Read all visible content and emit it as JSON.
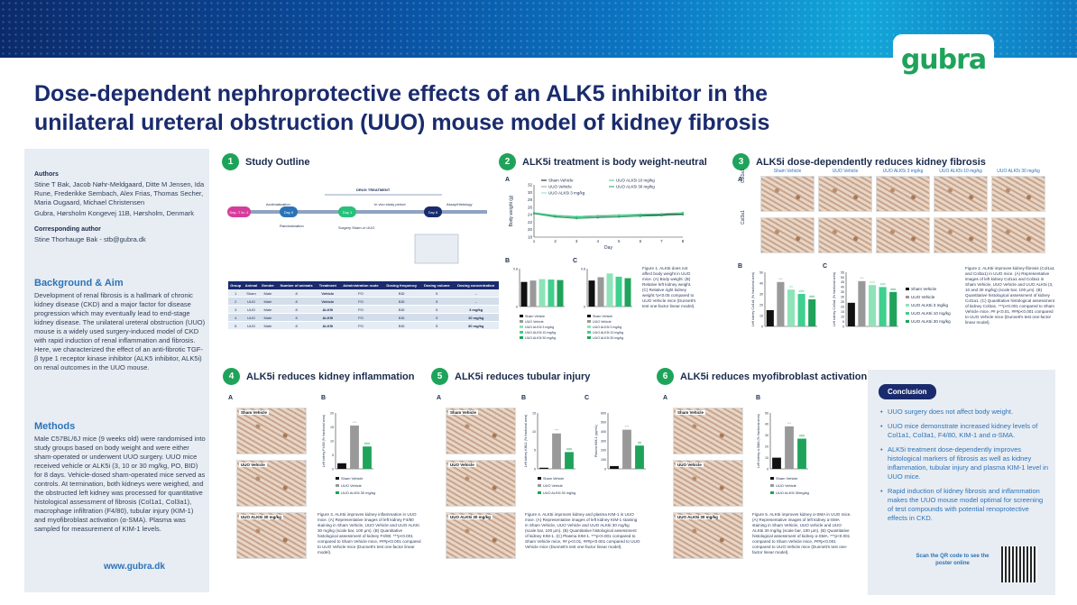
{
  "title_line1": "Dose-dependent nephroprotective effects of an ALK5 inhibitor in the",
  "title_line2": "unilateral ureteral obstruction (UUO) mouse model of kidney fibrosis",
  "logo": "gubra",
  "authors_head": "Authors",
  "authors": "Stine T Bak, Jacob Nøhr-Meldgaard, Ditte M Jensen, Ida Rune, Frederikke Sembach, Alex Frias, Thomas Secher, Maria Ougaard, Michael Christensen",
  "affiliation": "Gubra, Hørsholm Kongevej 11B, Hørsholm, Denmark",
  "corr_head": "Corresponding author",
  "corr": "Stine Thorhauge Bak - stb@gubra.dk",
  "bg_head": "Background & Aim",
  "bg_text": "Development of renal fibrosis is a hallmark of chronic kidney disease (CKD) and a major factor for disease progression which may eventually lead to end-stage kidney disease. The unilateral ureteral obstruction (UUO) mouse is a widely used surgery-induced model of CKD with rapid induction of renal inflammation and fibrosis. Here, we characterized the effect of an anti-fibrotic TGF-β type 1 receptor kinase inhibitor (ALK5 inhibitor, ALK5i) on renal outcomes in the UUO mouse.",
  "methods_head": "Methods",
  "methods_text": "Male C57BL/6J mice (9 weeks old) were randomised into study groups based on body weight and were either sham-operated or underwent UUO surgery. UUO mice received vehicle or ALK5i (3, 10 or 30 mg/kg, PO, BID) for 8 days. Vehicle-dosed sham-operated mice served as controls. At termination, both kidneys were weighed, and the obstructed left kidney was processed for quantitative histological assessment of fibrosis (Col1a1, Col3a1), macrophage infiltration (F4/80), tubular injury (KIM-1) and myofibroblast activation (α-SMA). Plasma was sampled for measurement of KIM-1 levels.",
  "www": "www.gubra.dk",
  "sections": {
    "s1": {
      "num": "1",
      "title": "Study Outline"
    },
    "s2": {
      "num": "2",
      "title": "ALK5i treatment is body weight-neutral"
    },
    "s3": {
      "num": "3",
      "title": "ALK5i dose-dependently reduces kidney fibrosis"
    },
    "s4": {
      "num": "4",
      "title": "ALK5i reduces kidney inflammation"
    },
    "s5": {
      "num": "5",
      "title": "ALK5i reduces tubular injury"
    },
    "s6": {
      "num": "6",
      "title": "ALK5i reduces myofibroblast activation"
    }
  },
  "timeline": {
    "drug_treatment": "DRUG TREATMENT",
    "d_minus": "Day -7 to -1",
    "acclim": "Acclimatization",
    "day0": "Day 0",
    "random": "Randomization",
    "day1": "Day 1",
    "surgery": "Surgery Sham or UUO",
    "in_vivo": "In vivo study period",
    "day8": "Day 8",
    "assay": "Assay/Histology"
  },
  "study_table": {
    "headers": [
      "Group",
      "Animal",
      "Gender",
      "Number of animals",
      "Treatment",
      "Administration route",
      "Dosing frequency",
      "Dosing volume",
      "Dosing concentration"
    ],
    "rows": [
      [
        "1",
        "Sham",
        "Male",
        "8",
        "Vehicle",
        "PO",
        "BID",
        "5",
        "-"
      ],
      [
        "2",
        "UUO",
        "Male",
        "8",
        "Vehicle",
        "PO",
        "BID",
        "5",
        "-"
      ],
      [
        "3",
        "UUO",
        "Male",
        "8",
        "ALK5i",
        "PO",
        "BID",
        "5",
        "3 mg/kg"
      ],
      [
        "4",
        "UUO",
        "Male",
        "8",
        "ALK5i",
        "PO",
        "BID",
        "5",
        "10 mg/kg"
      ],
      [
        "5",
        "UUO",
        "Male",
        "8",
        "ALK5i",
        "PO",
        "BID",
        "5",
        "30 mg/kg"
      ]
    ]
  },
  "chart_data": [
    {
      "type": "line",
      "id": "bodyweight",
      "panel": "A",
      "ylabel": "Body weight (g)",
      "xlabel": "Day",
      "x": [
        1,
        2,
        3,
        4,
        5,
        6,
        7,
        8
      ],
      "ylim": [
        18,
        32
      ],
      "yticks": [
        18,
        20,
        22,
        24,
        26,
        28,
        30,
        32
      ],
      "series": [
        {
          "name": "Sham Vehicle",
          "color": "#111111",
          "values": [
            24.5,
            23.8,
            23.5,
            23.7,
            23.8,
            23.9,
            24.0,
            24.2
          ]
        },
        {
          "name": "UUO Vehicle",
          "color": "#999999",
          "values": [
            24.4,
            23.5,
            23.2,
            23.4,
            23.5,
            23.6,
            23.8,
            24.0
          ]
        },
        {
          "name": "UUO ALK5i 3 mg/kg",
          "color": "#8ee3b8",
          "values": [
            24.6,
            23.9,
            23.6,
            23.8,
            24.0,
            24.2,
            24.3,
            24.6
          ]
        },
        {
          "name": "UUO ALK5i 10 mg/kg",
          "color": "#3fcf8e",
          "values": [
            24.5,
            23.7,
            23.4,
            23.6,
            23.8,
            24.0,
            24.2,
            24.5
          ]
        },
        {
          "name": "UUO ALK5i 30 mg/kg",
          "color": "#1fa35b",
          "values": [
            24.3,
            23.4,
            23.0,
            23.2,
            23.4,
            23.6,
            23.8,
            24.1
          ]
        }
      ]
    },
    {
      "type": "bar",
      "id": "rel_left",
      "panel": "B",
      "categories": [
        "Sham Vehicle",
        "UUO Vehicle",
        "UUO ALK5i 3 mg/kg",
        "UUO ALK5i 10 mg/kg",
        "UUO ALK5i 30 mg/kg"
      ],
      "values": [
        0.52,
        0.55,
        0.58,
        0.57,
        0.56
      ],
      "ylim": [
        0,
        0.8
      ],
      "colors": [
        "#111111",
        "#999999",
        "#8ee3b8",
        "#3fcf8e",
        "#1fa35b"
      ]
    },
    {
      "type": "bar",
      "id": "rel_right",
      "panel": "C",
      "categories": [
        "Sham Vehicle",
        "UUO Vehicle",
        "UUO ALK5i 3 mg/kg",
        "UUO ALK5i 10 mg/kg",
        "UUO ALK5i 30 mg/kg"
      ],
      "values": [
        0.55,
        0.62,
        0.7,
        0.63,
        0.6
      ],
      "ylim": [
        0,
        0.8
      ],
      "colors": [
        "#111111",
        "#999999",
        "#8ee3b8",
        "#3fcf8e",
        "#1fa35b"
      ]
    },
    {
      "type": "bar",
      "id": "col1a1",
      "panel": "B",
      "ylabel": "Left kidney Col1a1 (% fractional area)",
      "categories": [
        "Sham Vehicle",
        "UUO Vehicle",
        "UUO ALK5i 3 mg/kg",
        "UUO ALK5i 10 mg/kg",
        "UUO ALK5i 30 mg/kg"
      ],
      "values": [
        15,
        41,
        34,
        30,
        25
      ],
      "ylim": [
        0,
        50
      ],
      "yticks": [
        0,
        10,
        20,
        30,
        40,
        50
      ],
      "sig": [
        "",
        "***",
        "##",
        "###",
        "###"
      ],
      "colors": [
        "#111111",
        "#999999",
        "#8ee3b8",
        "#3fcf8e",
        "#1fa35b"
      ]
    },
    {
      "type": "bar",
      "id": "col3a1",
      "panel": "C",
      "ylabel": "Left kidney Col3a1 (% fractional area)",
      "categories": [
        "Sham Vehicle",
        "UUO Vehicle",
        "UUO ALK5i 3 mg/kg",
        "UUO ALK5i 10 mg/kg",
        "UUO ALK5i 30 mg/kg"
      ],
      "values": [
        24,
        46,
        42,
        40,
        35
      ],
      "ylim": [
        0,
        55
      ],
      "yticks": [
        0,
        5,
        10,
        15,
        20,
        25,
        30,
        35,
        40,
        45,
        50,
        55
      ],
      "sig": [
        "",
        "***",
        "###",
        "###",
        "###"
      ],
      "colors": [
        "#111111",
        "#999999",
        "#8ee3b8",
        "#3fcf8e",
        "#1fa35b"
      ]
    },
    {
      "type": "bar",
      "id": "f480",
      "panel": "B",
      "ylabel": "Left kidney F4/80 (% fractional area)",
      "categories": [
        "Sham Vehicle",
        "UUO Vehicle",
        "UUO ALK5i 30 mg/kg"
      ],
      "values": [
        2,
        15.5,
        8
      ],
      "ylim": [
        0,
        20
      ],
      "yticks": [
        0,
        5,
        10,
        15,
        20
      ],
      "sig": [
        "",
        "***",
        "###"
      ],
      "colors": [
        "#111111",
        "#999999",
        "#1fa35b"
      ]
    },
    {
      "type": "bar",
      "id": "kim1",
      "panel": "B",
      "ylabel": "Left kidney KIM-1 (% fractional area)",
      "categories": [
        "Sham Vehicle",
        "UUO Vehicle",
        "UUO ALK5i 30 mg/kg"
      ],
      "values": [
        0.3,
        9.5,
        4.5
      ],
      "ylim": [
        0,
        15
      ],
      "yticks": [
        0,
        5,
        10,
        15
      ],
      "sig": [
        "",
        "***",
        "###"
      ],
      "colors": [
        "#111111",
        "#999999",
        "#1fa35b"
      ]
    },
    {
      "type": "bar",
      "id": "pkim1",
      "panel": "C",
      "ylabel": "Plasma KIM-1 (pg/mL)",
      "categories": [
        "Sham Vehicle",
        "UUO Vehicle",
        "UUO ALK5i 30 mg/kg"
      ],
      "values": [
        30,
        420,
        250
      ],
      "ylim": [
        0,
        600
      ],
      "yticks": [
        0,
        100,
        200,
        300,
        400,
        500,
        600
      ],
      "sig": [
        "",
        "***",
        "##"
      ],
      "colors": [
        "#111111",
        "#999999",
        "#1fa35b"
      ]
    },
    {
      "type": "bar",
      "id": "asma",
      "panel": "B",
      "ylabel": "Left kidney α-SMA (% fractional area)",
      "categories": [
        "Sham Vehicle",
        "UUO Vehicle",
        "UUO ALK5i 30mg/kg"
      ],
      "values": [
        10,
        38,
        27
      ],
      "ylim": [
        0,
        50
      ],
      "yticks": [
        0,
        10,
        20,
        30,
        40,
        50
      ],
      "sig": [
        "",
        "***",
        "###"
      ],
      "colors": [
        "#111111",
        "#999999",
        "#1fa35b"
      ]
    }
  ],
  "cap1": "Figure 1. ALK5i does not affect body weight in UUO mice. (A) Body weight. (B) Relative left kidney weight. (C) Relative right kidney weight.*p<0.05 compared to UUO Vehicle mice (Dunnett's test one-factor linear model).",
  "cap2": "Figure 2. ALK5i improves kidney fibrosis (Col1a1 and Col3a1) in UUO mice. (A) Representative images of left kidney Col1a1 and Col3a1 in Sham Vehicle, UUO Vehicle and UUO ALK5i (3, 10 and 30 mg/kg) (scale bar, 100 μm). (B) Quantitative histological assessment of kidney Col1a1. (C) Quantitative histological assessment of kidney Col3a1. ***p<0.001 compared to Sham Vehicle mice, ## p<0.01, ###p<0.001 compared to UUO Vehicle mice (Dunnett's test one-factor linear model).",
  "cap3": "Figure 3. ALK5i improves kidney inflammation in UUO mice. (A) Representative images of left kidney F4/80 staining in Sham Vehicle, UUO Vehicle and UUO ALK5i 30 mg/kg (scale bar, 100 μm). (B) Quantitative histological assessment of kidney F4/80. ***p<0.001 compared to Sham Vehicle mice, ###p<0.001 compared to UUO Vehicle mice (Dunnett's test one-factor linear model).",
  "cap4": "Figure 4. ALK5i improves kidney and plasma KIM-1 in UUO mice. (A) Representative images of left kidney KIM-1 staining in Sham Vehicle, UUO Vehicle and UUO ALK5i 30 mg/kg (scale bar, 100 μm). (B) Quantitative histological assessment of kidney KIM-1. (C) Plasma KIM-1. ***p<0.001 compared to Sham Vehicle mice, ## p<0.01, ###p<0.001 compared to UUO Vehicle mice (Dunnett's test one-factor linear model).",
  "cap5": "Figure 5. ALK5i improves kidney α-SMA in UUO mice. (A) Representative images of left kidney α-SMA staining in Sham Vehicle, UUO vehicle and UUO ALK5i 30 mg/kg (scale bar, 100 μm). (B) Quantitative histological assessment of kidney α-SMA. ***p<0.001 compared to Sham Vehicle mice, ###p<0.001 compared to UUO Vehicle mice (Dunnett's test one-factor linear model).",
  "img_labels": {
    "sham": "Sham Vehicle",
    "uuo": "UUO Vehicle",
    "a3": "UUO ALK5i 3 mg/kg",
    "a10": "UUO ALK5i 10 mg/kg",
    "a30": "UUO ALK5i 30 mg/kg",
    "a30b": "UUO ALK5i 30 mg/kg",
    "col1": "Col1a1",
    "col3": "Col3a1"
  },
  "conclusion_head": "Conclusion",
  "conclusions": [
    "UUO surgery does not affect body weight.",
    "UUO mice demonstrate increased kidney levels of Col1a1, Col3a1, F4/80, KIM-1 and α-SMA.",
    "ALK5i treatment dose-dependently improves histological markers of fibrosis as well as kidney inflammation, tubular injury and plasma KIM-1 level in UUO mice.",
    "Rapid induction of kidney fibrosis and inflammation makes the UUO mouse model optimal for screening of test compounds with potential renoprotective effects in CKD."
  ],
  "qr_text": "Scan the QR code to see the poster online"
}
